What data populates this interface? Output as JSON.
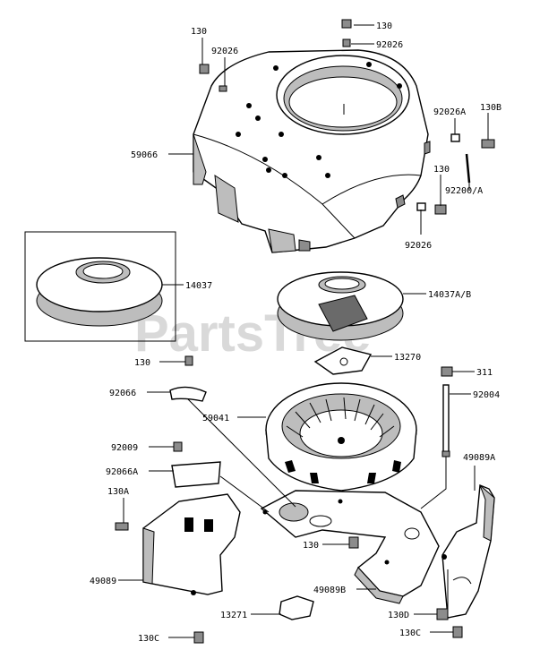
{
  "watermark": "PartsTree",
  "callouts": [
    {
      "id": "c-130-top",
      "text": "130"
    },
    {
      "id": "c-92026-top",
      "text": "92026"
    },
    {
      "id": "c-130-left",
      "text": "130"
    },
    {
      "id": "c-92026-left",
      "text": "92026"
    },
    {
      "id": "c-92026a",
      "text": "92026A"
    },
    {
      "id": "c-130b",
      "text": "130B"
    },
    {
      "id": "c-59066",
      "text": "59066"
    },
    {
      "id": "c-130-right",
      "text": "130"
    },
    {
      "id": "c-92200a",
      "text": "92200/A"
    },
    {
      "id": "c-92026-right",
      "text": "92026"
    },
    {
      "id": "c-14037",
      "text": "14037"
    },
    {
      "id": "c-14037ab",
      "text": "14037A/B"
    },
    {
      "id": "c-130-mid",
      "text": "130"
    },
    {
      "id": "c-13270",
      "text": "13270"
    },
    {
      "id": "c-311",
      "text": "311"
    },
    {
      "id": "c-92066",
      "text": "92066"
    },
    {
      "id": "c-59041",
      "text": "59041"
    },
    {
      "id": "c-92004",
      "text": "92004"
    },
    {
      "id": "c-92009",
      "text": "92009"
    },
    {
      "id": "c-49089a",
      "text": "49089A"
    },
    {
      "id": "c-92066a",
      "text": "92066A"
    },
    {
      "id": "c-130a",
      "text": "130A"
    },
    {
      "id": "c-130-low",
      "text": "130"
    },
    {
      "id": "c-49089",
      "text": "49089"
    },
    {
      "id": "c-49089b",
      "text": "49089B"
    },
    {
      "id": "c-13271",
      "text": "13271"
    },
    {
      "id": "c-130d",
      "text": "130D"
    },
    {
      "id": "c-130c-left",
      "text": "130C"
    },
    {
      "id": "c-130c-right",
      "text": "130C"
    }
  ]
}
